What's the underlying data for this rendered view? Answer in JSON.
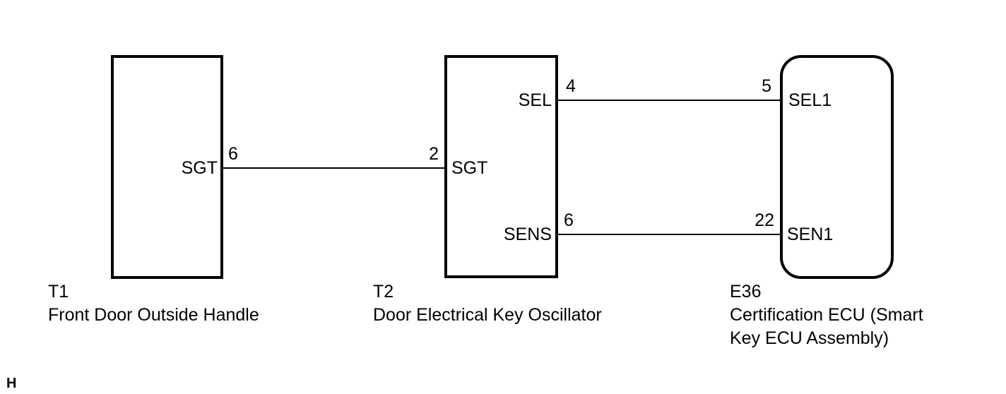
{
  "diagram": {
    "kind": "wiring-connector-diagram",
    "colors": {
      "line": "#000000",
      "text": "#000000",
      "background": "#ffffff"
    },
    "components": {
      "t1": {
        "id": "T1",
        "name": "Front Door Outside Handle",
        "shape": "rectangle",
        "pins": {
          "sgt": {
            "label": "SGT",
            "number": "6"
          }
        }
      },
      "t2": {
        "id": "T2",
        "name": "Door Electrical Key Oscillator",
        "shape": "rectangle",
        "pins": {
          "sel": {
            "label": "SEL",
            "number": "4"
          },
          "sgt": {
            "label": "SGT",
            "number": "2"
          },
          "sens": {
            "label": "SENS",
            "number": "6"
          }
        }
      },
      "e36": {
        "id": "E36",
        "name_lines": [
          "Certification ECU (Smart",
          "Key ECU Assembly)"
        ],
        "shape": "rounded-rectangle",
        "pins": {
          "sel1": {
            "label": "SEL1",
            "number": "5"
          },
          "sen1": {
            "label": "SEN1",
            "number": "22"
          }
        }
      }
    },
    "connections": [
      {
        "from_component": "T1",
        "from_pin": "SGT",
        "from_pin_number": "6",
        "to_component": "T2",
        "to_pin": "SGT",
        "to_pin_number": "2"
      },
      {
        "from_component": "T2",
        "from_pin": "SEL",
        "from_pin_number": "4",
        "to_component": "E36",
        "to_pin": "SEL1",
        "to_pin_number": "5"
      },
      {
        "from_component": "T2",
        "from_pin": "SENS",
        "from_pin_number": "6",
        "to_component": "E36",
        "to_pin": "SEN1",
        "to_pin_number": "22"
      }
    ],
    "footer_char": "H"
  }
}
